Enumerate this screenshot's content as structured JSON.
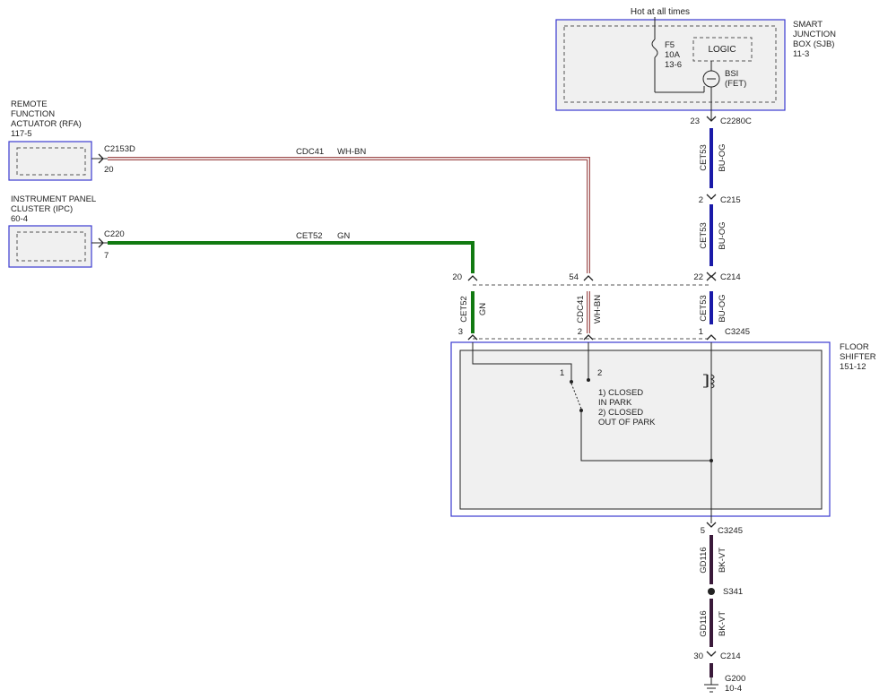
{
  "colors": {
    "box_border": "#3b3bd0",
    "box_fill": "#f0f0f0",
    "dashed": "#555555",
    "wire_green": "#117a11",
    "wire_blue": "#1a1aa8",
    "wire_wh_bn_edge": "#a05050",
    "wire_bk_vt": "#3a1a3a",
    "line": "#222222"
  },
  "components": {
    "sjb": {
      "name_lines": [
        "SMART",
        "JUNCTION",
        "BOX (SJB)"
      ],
      "ref": "11-3",
      "hot_label": "Hot at all times",
      "fuse_lines": [
        "F5",
        "10A",
        "13-6"
      ],
      "logic": "LOGIC",
      "bsi_lines": [
        "BSI",
        "(FET)"
      ]
    },
    "rfa": {
      "name_lines": [
        "REMOTE",
        "FUNCTION",
        "ACTUATOR (RFA)"
      ],
      "ref": "117-5"
    },
    "ipc": {
      "name_lines": [
        "INSTRUMENT PANEL",
        "CLUSTER (IPC)"
      ],
      "ref": "60-4"
    },
    "shifter": {
      "name_lines": [
        "FLOOR",
        "SHIFTER"
      ],
      "ref": "151-12",
      "switch_text": [
        "1) CLOSED",
        "IN PARK",
        "2) CLOSED",
        "OUT OF PARK"
      ],
      "pin1": "1",
      "pin2": "2"
    }
  },
  "connectors": {
    "c2280c": {
      "name": "C2280C",
      "pin": "23"
    },
    "c215": {
      "name": "C215",
      "pin": "2"
    },
    "c214_top": {
      "name": "C214",
      "pins": [
        "20",
        "54",
        "22"
      ]
    },
    "c3245_top": {
      "name": "C3245",
      "pins": [
        "3",
        "2",
        "1"
      ]
    },
    "c3245_bottom": {
      "name": "C3245",
      "pin": "5"
    },
    "c2153d": {
      "name": "C2153D",
      "pin": "20"
    },
    "c220": {
      "name": "C220",
      "pin": "7"
    },
    "c214_bottom": {
      "name": "C214",
      "pin": "30"
    }
  },
  "wires": {
    "cdc41": {
      "circuit": "CDC41",
      "color": "WH-BN"
    },
    "cet52": {
      "circuit": "CET52",
      "color": "GN"
    },
    "cet53": {
      "circuit": "CET53",
      "color": "BU-OG"
    },
    "gd116": {
      "circuit": "GD116",
      "color": "BK-VT"
    }
  },
  "splice": {
    "name": "S341"
  },
  "ground": {
    "name": "G200",
    "ref": "10-4"
  }
}
